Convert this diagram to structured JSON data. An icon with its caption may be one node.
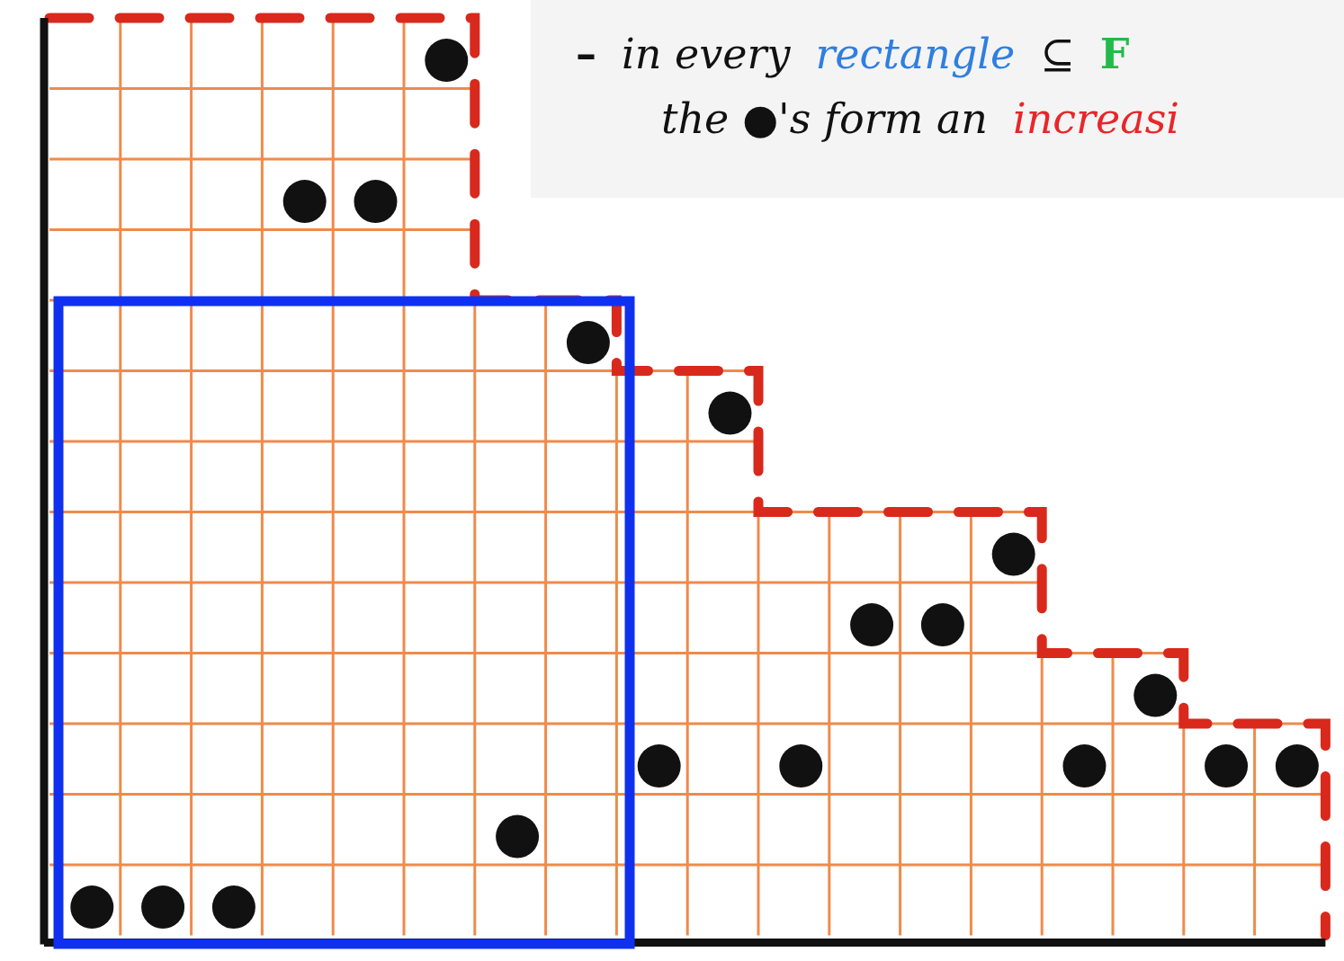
{
  "diagram": {
    "labels": [
      "–",
      "in every",
      "rectangle",
      "⊆",
      "F",
      "the ●'s form an",
      "increasi"
    ]
  }
}
